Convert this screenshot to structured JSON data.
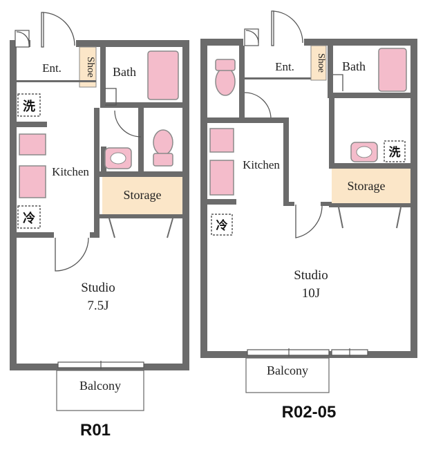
{
  "plan_r01": {
    "title": "R01",
    "rooms": {
      "entrance": "Ent.",
      "shoe": "Shoe",
      "bath": "Bath",
      "kitchen": "Kitchen",
      "storage": "Storage",
      "studio": "Studio",
      "studio_size": "7.5J",
      "balcony": "Balcony"
    },
    "symbols": {
      "washer": "洗",
      "fridge": "冷"
    }
  },
  "plan_r02": {
    "title": "R02-05",
    "rooms": {
      "entrance": "Ent.",
      "shoe": "Shoe",
      "bath": "Bath",
      "kitchen": "Kitchen",
      "storage": "Storage",
      "studio": "Studio",
      "studio_size": "10J",
      "balcony": "Balcony"
    },
    "symbols": {
      "washer": "洗",
      "fridge": "冷"
    }
  },
  "colors": {
    "wall": "#6b6b6b",
    "fixture": "#f4bccb",
    "storage": "#fbe6c8"
  }
}
